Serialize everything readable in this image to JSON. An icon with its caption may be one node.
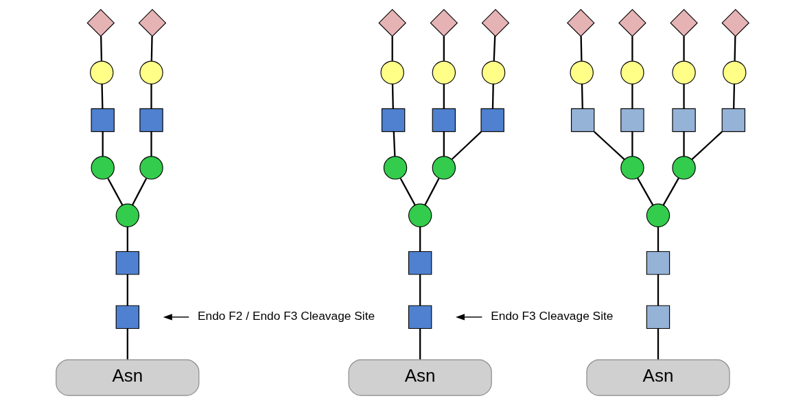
{
  "diagram": {
    "nodes": [
      {
        "text": [],
        "shape": "diamond"
      },
      {
        "text": [],
        "shape": "diamond"
      },
      {
        "text": [],
        "shape": "circle"
      },
      {
        "text": [],
        "shape": "circle"
      },
      {
        "text": [],
        "shape": "box"
      },
      {
        "text": [],
        "shape": "box"
      },
      {
        "text": [],
        "shape": "circle"
      },
      {
        "text": [],
        "shape": "circle"
      },
      {
        "text": [],
        "shape": "circle"
      },
      {
        "text": [],
        "shape": "box"
      },
      {
        "text": [],
        "shape": "box"
      },
      {
        "text": [
          "Asn"
        ]
      },
      {
        "text": [
          "Endo F2 / Endo F3 Cleavage Site"
        ]
      },
      {
        "text": [],
        "shape": "diamond"
      },
      {
        "text": [],
        "shape": "diamond"
      },
      {
        "text": [],
        "shape": "diamond"
      },
      {
        "text": [],
        "shape": "circle"
      },
      {
        "text": [],
        "shape": "circle"
      },
      {
        "text": [],
        "shape": "circle"
      },
      {
        "text": [],
        "shape": "box"
      },
      {
        "text": [],
        "shape": "box"
      },
      {
        "text": [],
        "shape": "box"
      },
      {
        "text": [],
        "shape": "circle"
      },
      {
        "text": [],
        "shape": "circle"
      },
      {
        "text": [],
        "shape": "circle"
      },
      {
        "text": [],
        "shape": "box"
      },
      {
        "text": [],
        "shape": "box"
      },
      {
        "text": [
          "Asn"
        ]
      },
      {
        "text": [
          "Endo F3 Cleavage Site"
        ]
      },
      {
        "text": [],
        "shape": "diamond"
      },
      {
        "text": [],
        "shape": "diamond"
      },
      {
        "text": [],
        "shape": "diamond"
      },
      {
        "text": [],
        "shape": "diamond"
      },
      {
        "text": [],
        "shape": "circle"
      },
      {
        "text": [],
        "shape": "circle"
      },
      {
        "text": [],
        "shape": "circle"
      },
      {
        "text": [],
        "shape": "circle"
      },
      {
        "text": [],
        "shape": "box"
      },
      {
        "text": [],
        "shape": "box"
      },
      {
        "text": [],
        "shape": "box"
      },
      {
        "text": [],
        "shape": "box"
      },
      {
        "text": [],
        "shape": "circle"
      },
      {
        "text": [],
        "shape": "circle"
      },
      {
        "text": [],
        "shape": "circle"
      },
      {
        "text": [],
        "shape": "box"
      },
      {
        "text": [],
        "shape": "box"
      },
      {
        "text": [
          "Asn"
        ]
      }
    ],
    "edges": [
      {
        "from": 0,
        "to": 2,
        "arrow": "none"
      },
      {
        "from": 1,
        "to": 3,
        "arrow": "none"
      },
      {
        "from": 2,
        "to": 4,
        "arrow": "none"
      },
      {
        "from": 3,
        "to": 5,
        "arrow": "none"
      },
      {
        "from": 4,
        "to": 6,
        "arrow": "none"
      },
      {
        "from": 5,
        "to": 7,
        "arrow": "none"
      },
      {
        "from": 6,
        "to": 8,
        "arrow": "none"
      },
      {
        "from": 7,
        "to": 8,
        "arrow": "none"
      },
      {
        "from": 8,
        "to": 9,
        "arrow": "none"
      },
      {
        "from": 9,
        "to": 10,
        "arrow": "none"
      },
      {
        "from": 10,
        "to": 11,
        "arrow": "none"
      },
      {
        "from": 12,
        "to": null,
        "arrow": "to"
      },
      {
        "from": 13,
        "to": 16,
        "arrow": "none"
      },
      {
        "from": 14,
        "to": 17,
        "arrow": "none"
      },
      {
        "from": 15,
        "to": 18,
        "arrow": "none"
      },
      {
        "from": 16,
        "to": 19,
        "arrow": "none"
      },
      {
        "from": 17,
        "to": 20,
        "arrow": "none"
      },
      {
        "from": 18,
        "to": 21,
        "arrow": "none"
      },
      {
        "from": 19,
        "to": 22,
        "arrow": "none"
      },
      {
        "from": 20,
        "to": 23,
        "arrow": "none"
      },
      {
        "from": 21,
        "to": 23,
        "arrow": "none"
      },
      {
        "from": 22,
        "to": 24,
        "arrow": "none"
      },
      {
        "from": 23,
        "to": 24,
        "arrow": "none"
      },
      {
        "from": 24,
        "to": 25,
        "arrow": "none"
      },
      {
        "from": 25,
        "to": 26,
        "arrow": "none"
      },
      {
        "from": 26,
        "to": 27,
        "arrow": "none"
      },
      {
        "from": 28,
        "to": null,
        "arrow": "to"
      },
      {
        "from": 29,
        "to": 33,
        "arrow": "none"
      },
      {
        "from": 30,
        "to": 34,
        "arrow": "none"
      },
      {
        "from": 31,
        "to": 35,
        "arrow": "none"
      },
      {
        "from": 32,
        "to": 36,
        "arrow": "none"
      },
      {
        "from": 33,
        "to": 37,
        "arrow": "none"
      },
      {
        "from": 34,
        "to": 38,
        "arrow": "none"
      },
      {
        "from": 35,
        "to": 39,
        "arrow": "none"
      },
      {
        "from": 36,
        "to": 40,
        "arrow": "none"
      },
      {
        "from": 37,
        "to": 41,
        "arrow": "none"
      },
      {
        "from": 38,
        "to": 41,
        "arrow": "none"
      },
      {
        "from": 39,
        "to": 42,
        "arrow": "none"
      },
      {
        "from": 40,
        "to": 42,
        "arrow": "none"
      },
      {
        "from": 41,
        "to": 43,
        "arrow": "none"
      },
      {
        "from": 42,
        "to": 43,
        "arrow": "none"
      },
      {
        "from": 43,
        "to": 44,
        "arrow": "none"
      },
      {
        "from": 44,
        "to": 45,
        "arrow": "none"
      },
      {
        "from": 45,
        "to": 46,
        "arrow": "none"
      }
    ]
  }
}
